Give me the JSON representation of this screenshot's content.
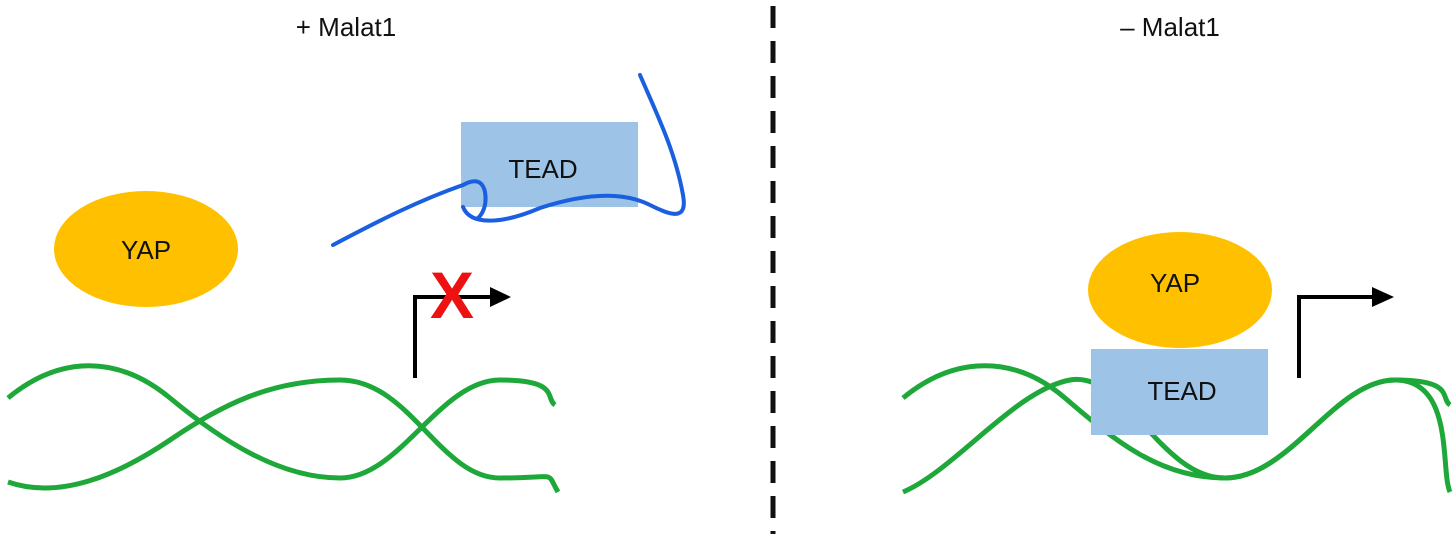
{
  "panels": {
    "left": {
      "title": "+ Malat1",
      "yap_label": "YAP",
      "tead_label": "TEAD",
      "blocked_mark": "X"
    },
    "right": {
      "title": "– Malat1",
      "yap_label": "YAP",
      "tead_label": "TEAD"
    }
  },
  "colors": {
    "yap": "#FFC000",
    "tead": "#9DC3E6",
    "dna": "#1FA83A",
    "malat1_rna": "#1A5FE0",
    "arrow": "#000000",
    "block": "#EE1111",
    "divider": "#111111"
  }
}
